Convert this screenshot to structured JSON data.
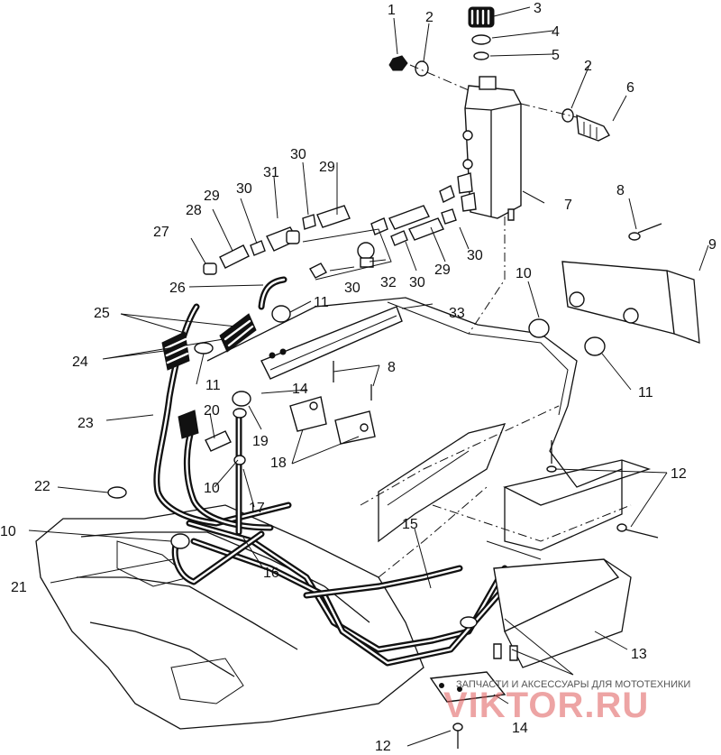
{
  "labels": {
    "n1": "1",
    "n2a": "2",
    "n2b": "2",
    "n3": "3",
    "n4": "4",
    "n5": "5",
    "n6": "6",
    "n7": "7",
    "n8a": "8",
    "n8b": "8",
    "n9": "9",
    "n10a": "10",
    "n10b": "10",
    "n10c": "10",
    "n11a": "11",
    "n11b": "11",
    "n11c": "11",
    "n12a": "12",
    "n12b": "12",
    "n13": "13",
    "n14a": "14",
    "n14b": "14",
    "n15": "15",
    "n16": "16",
    "n17": "17",
    "n18": "18",
    "n19": "19",
    "n20": "20",
    "n21": "21",
    "n22": "22",
    "n23": "23",
    "n24": "24",
    "n25": "25",
    "n26": "26",
    "n27": "27",
    "n28": "28",
    "n29a": "29",
    "n29b": "29",
    "n29c": "29",
    "n30a": "30",
    "n30b": "30",
    "n30c": "30",
    "n30d": "30",
    "n30e": "30",
    "n31": "31",
    "n32": "32",
    "n33": "33"
  },
  "watermark": {
    "caption": "ЗАПЧАСТИ И АКСЕССУАРЫ ДЛЯ МОТОТЕХНИКИ",
    "logo": "VIKTOR.RU"
  }
}
